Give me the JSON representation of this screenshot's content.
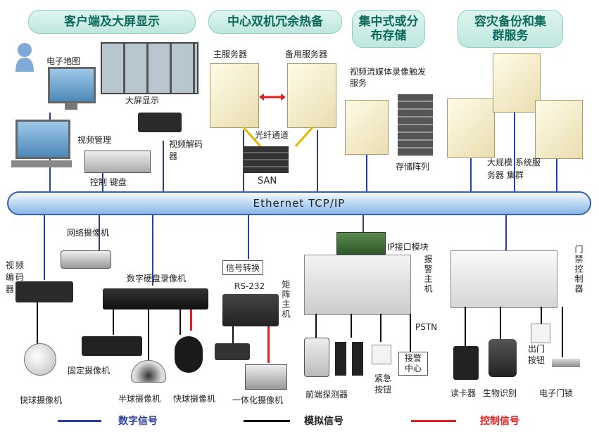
{
  "headers": {
    "client": "客户端及大屏显示",
    "hot_standby": "中心双机冗余热备",
    "storage": "集中式或分布存储",
    "disaster": "容灾备份和集群服务"
  },
  "labels": {
    "emap": "电子地图",
    "bigscreen": "大屏显示",
    "video_mgmt": "视频管理",
    "decoder": "视频解码器",
    "keyboard": "控制 键盘",
    "main_server": "主服务器",
    "backup_server": "备用服务器",
    "fiber": "光纤通道",
    "san": "SAN",
    "streaming": "视频流媒体录像触发服务",
    "storage_array": "存储阵列",
    "cluster": "大规模 系统服务器 集群",
    "bus": "Ethernet    TCP/IP",
    "net_camera": "网络摄像机",
    "encoder": "视频编码器",
    "dvr": "数字硬盘录像机",
    "signal_convert": "信号转换",
    "rs232": "RS-232",
    "matrix_host": "矩阵主机",
    "ip_module": "IP接口模块",
    "alarm_host": "报警主机",
    "pstn": "PSTN",
    "alarm_center": "接警中心",
    "access_ctrl": "门禁控制器",
    "fixed_cam": "固定摄像机",
    "dome_cam1": "快球摄像机",
    "half_dome": "半球摄像机",
    "dome_cam2": "快球摄像机",
    "integrated_cam": "一体化摄像机",
    "front_detector": "前端探测器",
    "emergency_btn": "紧急按钮",
    "exit_btn": "出门按钮",
    "card_reader": "读卡器",
    "biometric": "生物识别",
    "e_lock": "电子门锁"
  },
  "legend": {
    "digital": "数字信号",
    "analog": "模拟信号",
    "control": "控制信号"
  },
  "colors": {
    "digital": "#2c3f9e",
    "analog": "#111111",
    "control": "#e02020"
  }
}
